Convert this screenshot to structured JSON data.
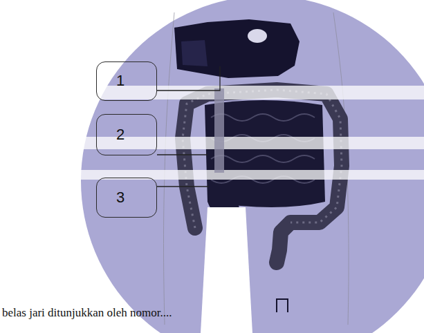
{
  "diagram": {
    "nodes": [
      {
        "text": [
          "1"
        ]
      },
      {
        "text": [
          "2"
        ]
      },
      {
        "text": [
          "3"
        ]
      }
    ],
    "labels": [
      "belas jari ditunjukkan oleh nomor...."
    ]
  }
}
